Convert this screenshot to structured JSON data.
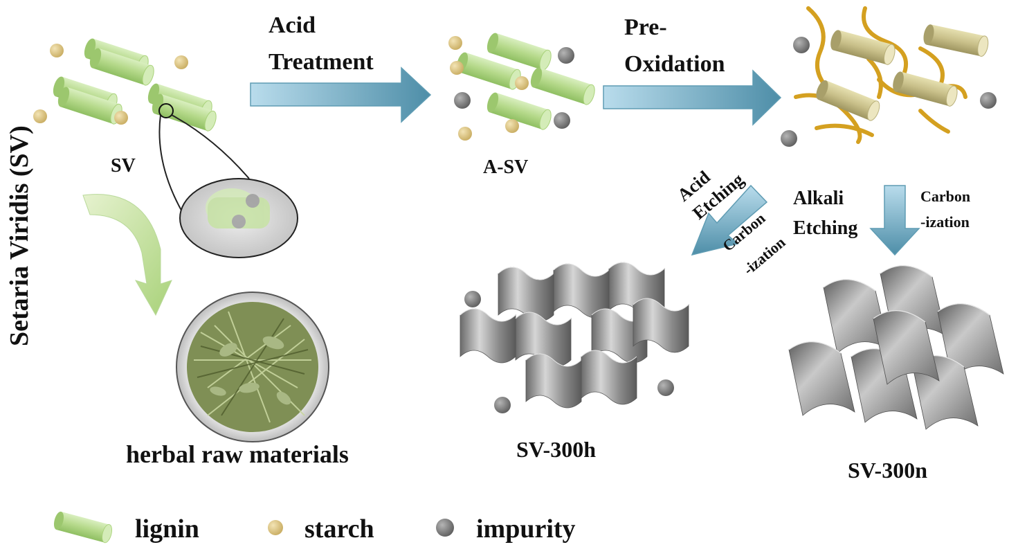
{
  "diagram": {
    "side_title": "Setaria Viridis (SV)",
    "stages": {
      "sv": "SV",
      "asv": "A-SV",
      "sv300h": "SV-300h",
      "sv300n": "SV-300n",
      "herbal": "herbal raw materials"
    },
    "steps": {
      "acid_treatment_1": "Acid",
      "acid_treatment_2": "Treatment",
      "pre_oxidation_1": "Pre-",
      "pre_oxidation_2": "Oxidation",
      "acid_etching_1": "Acid",
      "acid_etching_2": "Etching",
      "carbonization_left_1": "Carbon",
      "carbonization_left_2": "-ization",
      "alkali_etching_1": "Alkali",
      "alkali_etching_2": "Etching",
      "carbonization_right_1": "Carbon",
      "carbonization_right_2": "-ization"
    },
    "legend": {
      "lignin": "lignin",
      "starch": "starch",
      "impurity": "impurity"
    },
    "colors": {
      "lignin": "#b5d98a",
      "starch": "#e0c98a",
      "impurity": "#8a8a8a",
      "arrow": "#7fb4c9",
      "carbon": "#8c8c8c",
      "fiber": "#d4a020",
      "pre_oxidized": "#c9c08a"
    }
  }
}
